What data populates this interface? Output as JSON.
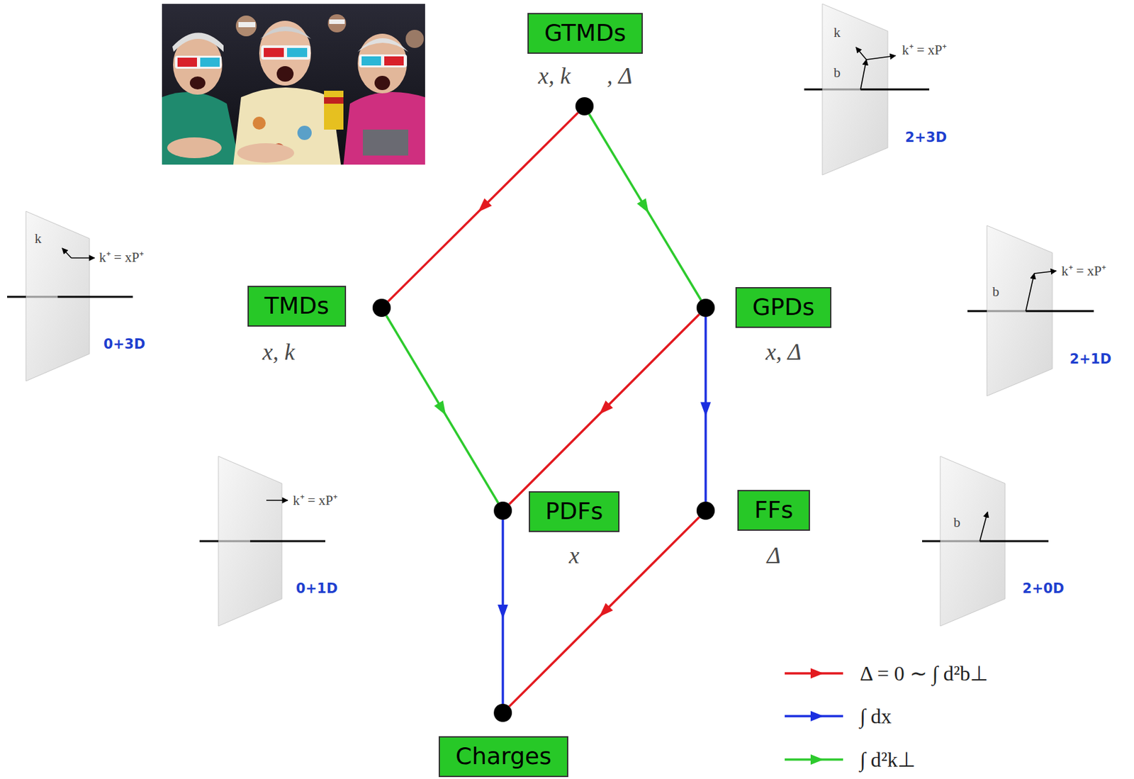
{
  "diagram": {
    "nodes": [
      {
        "text": [
          "GTMDs",
          "x, k⃗⊥, Δ"
        ]
      },
      {
        "text": [
          "TMDs",
          "x, k⃗⊥"
        ]
      },
      {
        "text": [
          "GPDs",
          "x, Δ"
        ]
      },
      {
        "text": [
          "PDFs",
          "x"
        ]
      },
      {
        "text": [
          "FFs",
          "Δ"
        ]
      },
      {
        "text": [
          "Charges"
        ]
      }
    ],
    "edges": [
      {
        "from": 0,
        "to": 1,
        "arrow": "to"
      },
      {
        "from": 0,
        "to": 2,
        "arrow": "to"
      },
      {
        "from": 1,
        "to": 3,
        "arrow": "to"
      },
      {
        "from": 2,
        "to": 3,
        "arrow": "to"
      },
      {
        "from": 2,
        "to": 4,
        "arrow": "to"
      },
      {
        "from": 3,
        "to": 5,
        "arrow": "to"
      },
      {
        "from": 4,
        "to": 5,
        "arrow": "to"
      }
    ],
    "labels": [
      "k⃗⊥",
      "k⁺ = xP⁺",
      "b⃗⊥",
      "2+3D",
      "k⃗⊥",
      "k⁺ = xP⁺",
      "0+3D",
      "b⃗⊥",
      "k⁺ = xP⁺",
      "2+1D",
      "k⁺ = xP⁺",
      "0+1D",
      "b⃗⊥",
      "2+0D"
    ],
    "legend": [
      {
        "text": "Δ = 0 ∼ ∫ d²b⊥",
        "color": "#e3191f"
      },
      {
        "text": "∫ dx",
        "color": "#1b2fe0"
      },
      {
        "text": "∫ d²k⊥",
        "color": "#2dca2d"
      }
    ]
  }
}
